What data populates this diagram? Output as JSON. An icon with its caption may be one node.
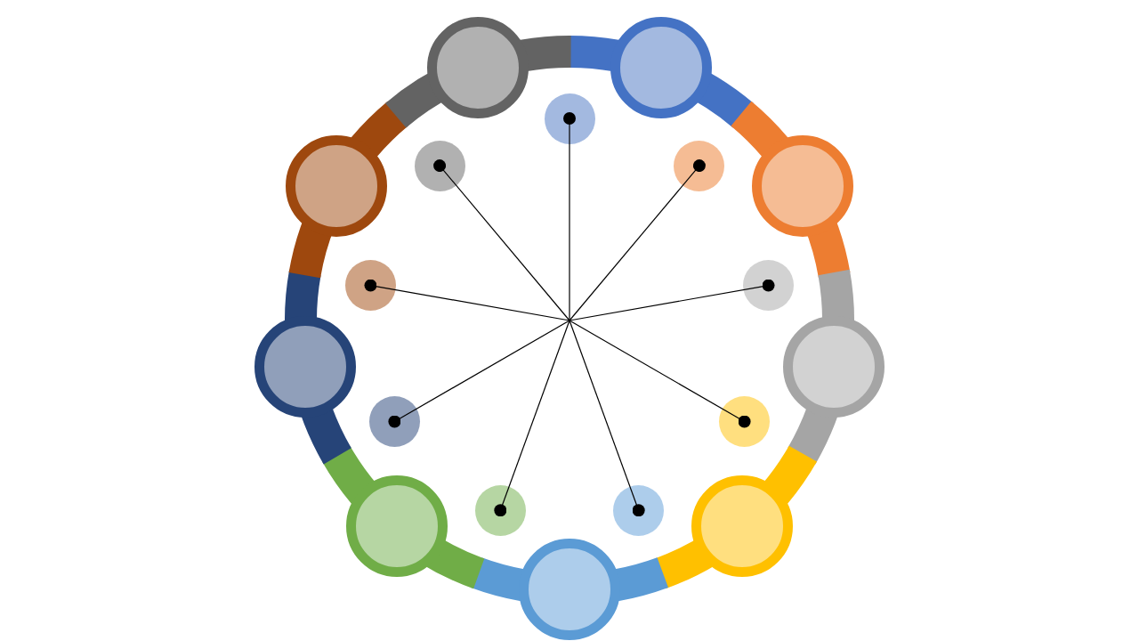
{
  "diagram": {
    "nodes": [
      {
        "text": [],
        "shape": "circle"
      },
      {
        "text": [],
        "shape": "circle"
      },
      {
        "text": [],
        "shape": "circle"
      },
      {
        "text": [],
        "shape": "circle"
      },
      {
        "text": [],
        "shape": "circle"
      },
      {
        "text": [],
        "shape": "circle"
      },
      {
        "text": [],
        "shape": "circle"
      },
      {
        "text": [],
        "shape": "circle"
      },
      {
        "text": [],
        "shape": "circle"
      },
      {
        "text": [],
        "shape": "circle"
      },
      {
        "text": [],
        "shape": "circle"
      },
      {
        "text": [],
        "shape": "circle"
      },
      {
        "text": [],
        "shape": "circle"
      },
      {
        "text": [],
        "shape": "circle"
      },
      {
        "text": [],
        "shape": "circle"
      },
      {
        "text": [],
        "shape": "circle"
      },
      {
        "text": [],
        "shape": "circle"
      },
      {
        "text": [],
        "shape": "circle"
      }
    ],
    "edges": [
      {
        "from": null,
        "to": 9,
        "arrow": "other"
      },
      {
        "from": null,
        "to": 10,
        "arrow": "other"
      },
      {
        "from": null,
        "to": 11,
        "arrow": "other"
      },
      {
        "from": null,
        "to": 12,
        "arrow": "other"
      },
      {
        "from": null,
        "to": 13,
        "arrow": "other"
      },
      {
        "from": null,
        "to": 14,
        "arrow": "other"
      },
      {
        "from": null,
        "to": 15,
        "arrow": "other"
      },
      {
        "from": null,
        "to": 16,
        "arrow": "other"
      },
      {
        "from": null,
        "to": 17,
        "arrow": "other"
      }
    ]
  }
}
